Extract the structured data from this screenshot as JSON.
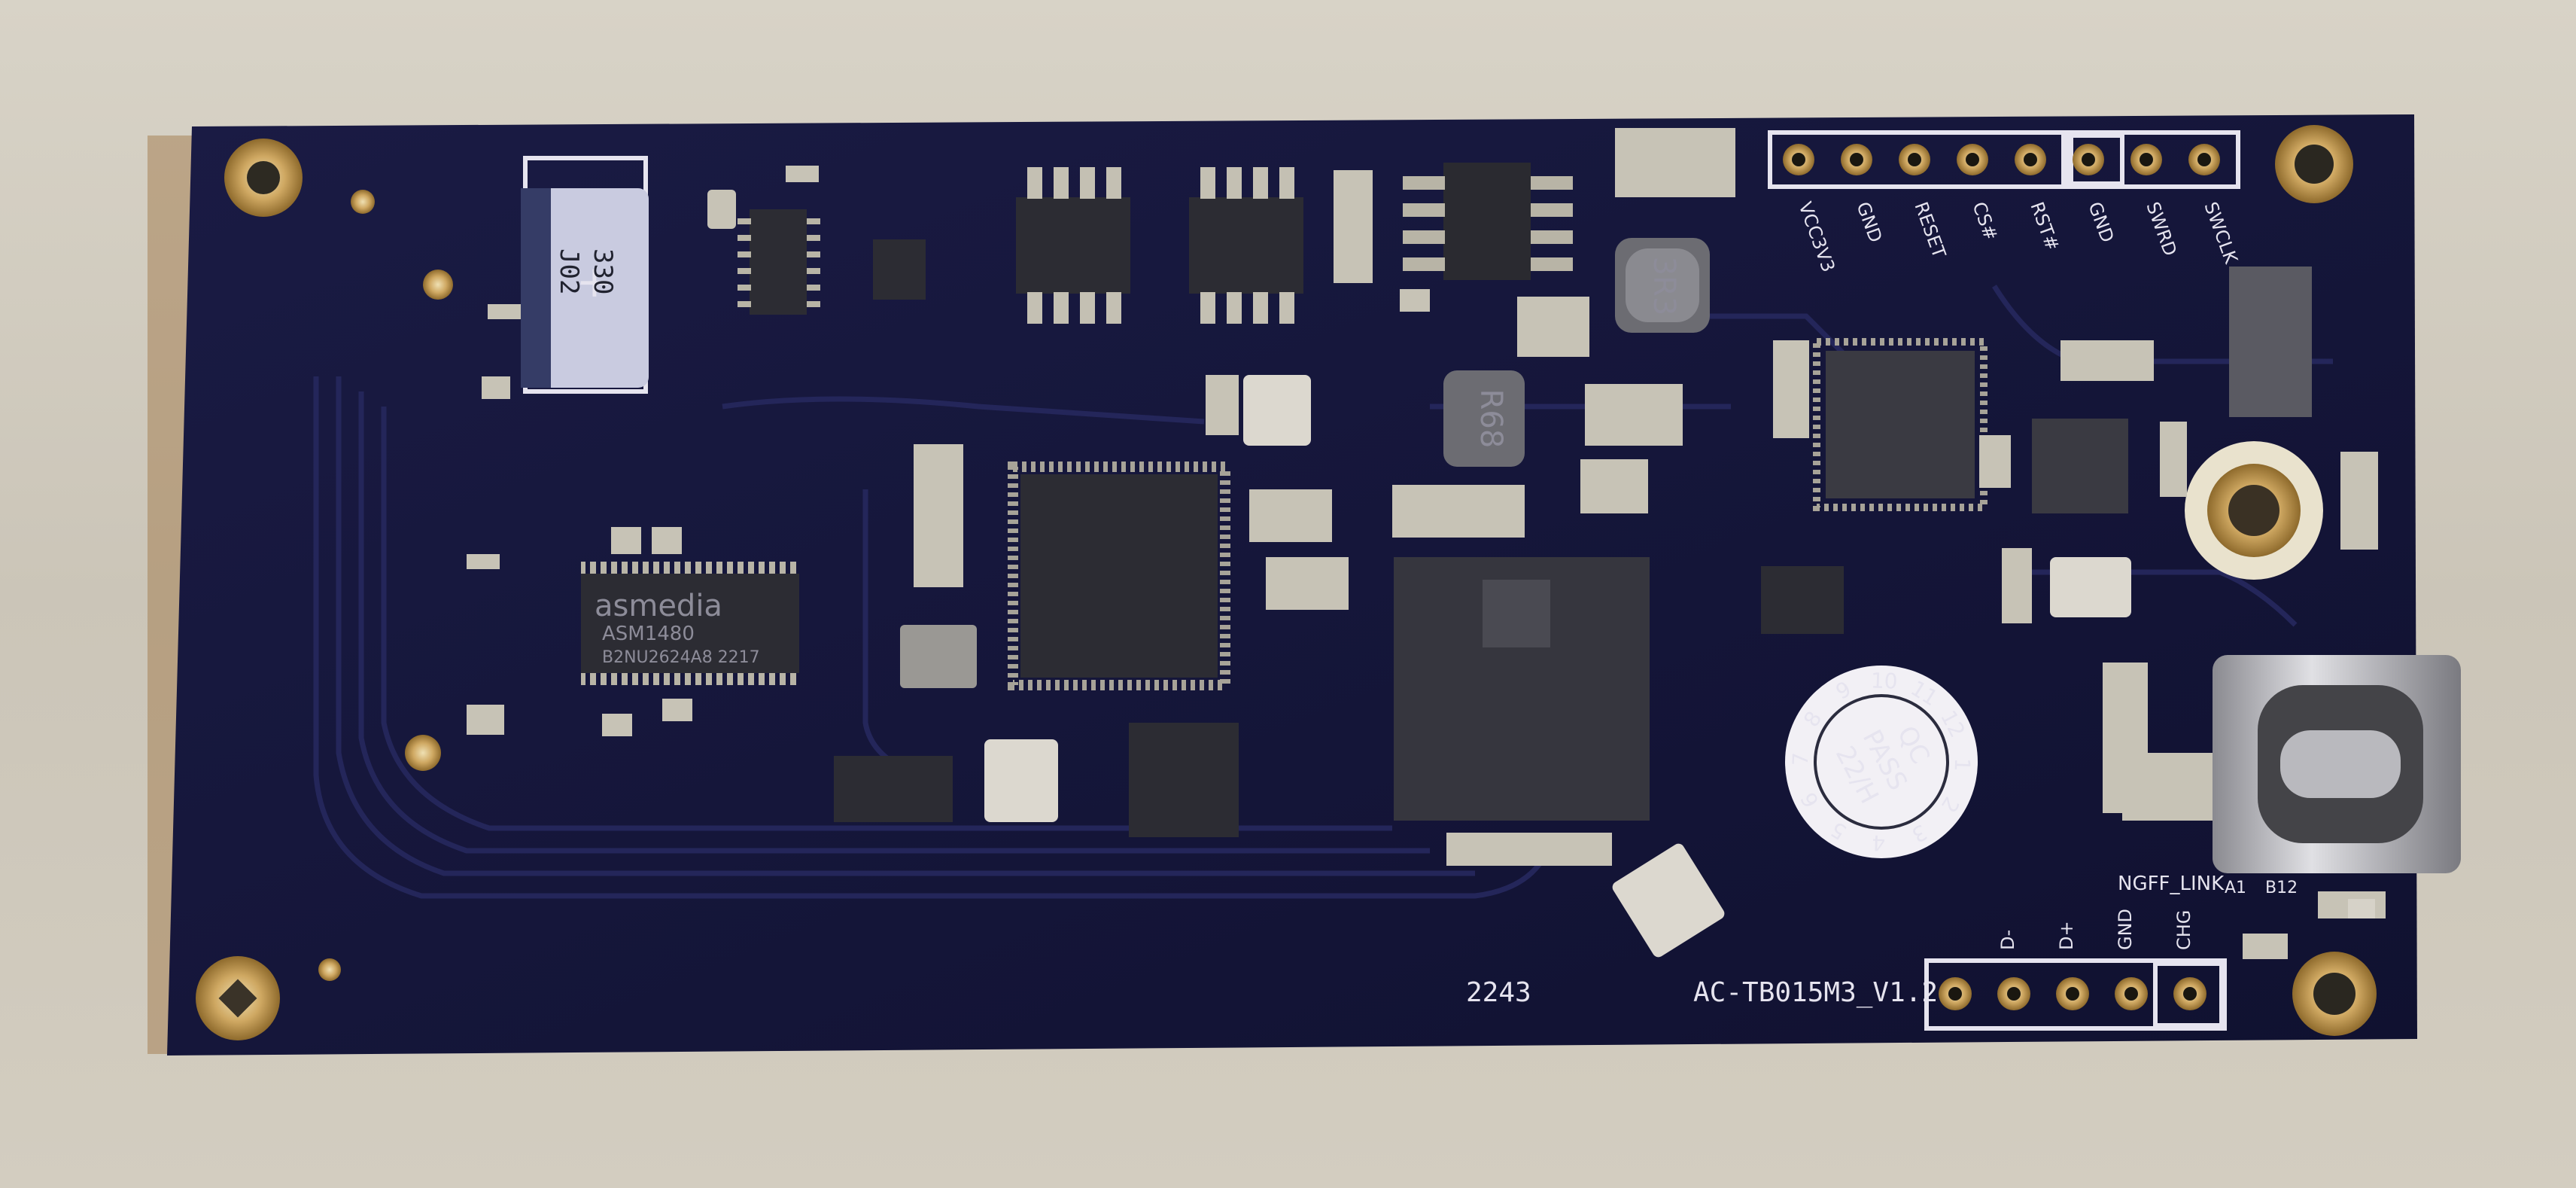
{
  "board": {
    "model": "AC-TB015M3_V1.2",
    "date_code": "2243",
    "link_label": "NGFF_LINK",
    "pin_a1": "A1",
    "pin_b12": "B12"
  },
  "header_top": {
    "labels": [
      "VCC3V3",
      "GND",
      "RESET",
      "CS#",
      "RST#",
      "GND",
      "SWRD",
      "SWCLK"
    ]
  },
  "header_bottom": {
    "labels": [
      "D-",
      "D+",
      "GND",
      "CHG"
    ]
  },
  "chips": {
    "asmedia_brand": "asmedia",
    "asmedia_part": "ASM1480",
    "asmedia_lot": "B2NU2624A8 2217",
    "capacitor_top": "330",
    "capacitor_bottom": "J02",
    "inductor_small": "3R3",
    "inductor_large": "R68"
  },
  "qc_sticker": {
    "line1": "QC",
    "line2": "PASS",
    "line3": "22/H",
    "ring_numbers": [
      "1",
      "2",
      "3",
      "4",
      "5",
      "6",
      "7",
      "8",
      "9",
      "10",
      "11",
      "12"
    ]
  },
  "colors": {
    "pcb": "#15163a",
    "silkscreen": "#e6e4ef",
    "gold": "#c9a25a",
    "chip": "#2c2c33",
    "background": "#d3cdc0"
  }
}
